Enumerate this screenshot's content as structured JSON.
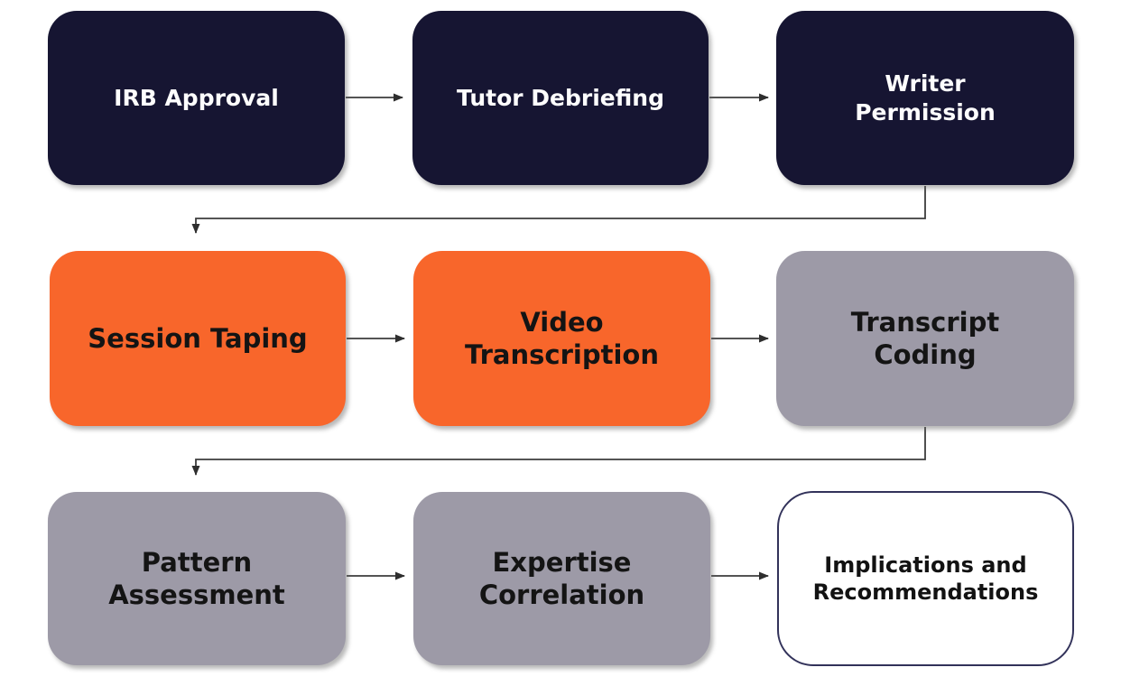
{
  "diagram": {
    "title": "Research process flowchart",
    "nodes": [
      {
        "label": "IRB Approval",
        "type": "navy"
      },
      {
        "label": "Tutor Debriefing",
        "type": "navy"
      },
      {
        "label": "Writer\nPermission",
        "type": "navy"
      },
      {
        "label": "Session Taping",
        "type": "orange"
      },
      {
        "label": "Video\nTranscription",
        "type": "orange"
      },
      {
        "label": "Transcript\nCoding",
        "type": "gray"
      },
      {
        "label": "Pattern\nAssessment",
        "type": "gray"
      },
      {
        "label": "Expertise\nCorrelation",
        "type": "gray"
      },
      {
        "label": "Implications and\nRecommendations",
        "type": "outline"
      }
    ],
    "edges": [
      {
        "from": "IRB Approval",
        "to": "Tutor Debriefing"
      },
      {
        "from": "Tutor Debriefing",
        "to": "Writer Permission"
      },
      {
        "from": "Writer Permission",
        "to": "Session Taping"
      },
      {
        "from": "Session Taping",
        "to": "Video Transcription"
      },
      {
        "from": "Video Transcription",
        "to": "Transcript Coding"
      },
      {
        "from": "Transcript Coding",
        "to": "Pattern Assessment"
      },
      {
        "from": "Pattern Assessment",
        "to": "Expertise Correlation"
      },
      {
        "from": "Expertise Correlation",
        "to": "Implications and Recommendations"
      }
    ],
    "colors": {
      "navy": "#161532",
      "orange": "#f8662b",
      "gray": "#9d9aa7",
      "outline_border": "#32325a",
      "arrow": "#3c3c3c",
      "text_light": "#fdfdfd",
      "text_dark": "#141414",
      "background": "#ffffff"
    }
  }
}
